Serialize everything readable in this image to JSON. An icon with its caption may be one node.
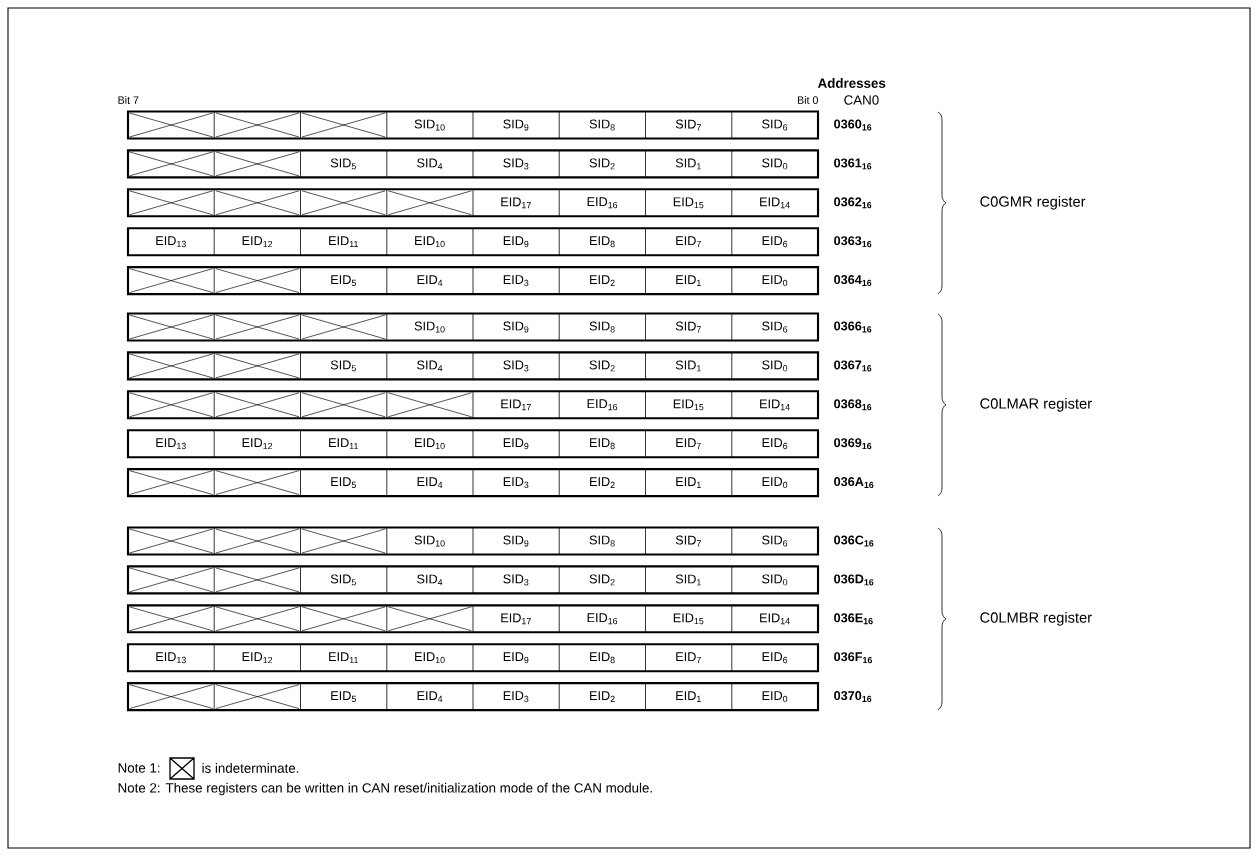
{
  "diagram": {
    "nodes": [
      {
        "text": [
          "SID$_{10}$",
          "SID$_{9}$",
          "SID$_{8}$",
          "SID$_{7}$",
          "SID$_{6}$"
        ],
        "beside": [
          "0360$_{16}$"
        ]
      },
      {
        "text": [
          "SID$_{5}$",
          "SID$_{4}$",
          "SID$_{3}$",
          "SID$_{2}$",
          "SID$_{1}$",
          "SID$_{0}$"
        ],
        "beside": [
          "0361$_{16}$"
        ]
      },
      {
        "text": [
          "EID$_{17}$",
          "EID$_{16}$",
          "EID$_{15}$",
          "EID$_{14}$"
        ],
        "beside": [
          "0362$_{16}$"
        ]
      },
      {
        "text": [
          "EID$_{13}$",
          "EID$_{12}$",
          "EID$_{11}$",
          "EID$_{10}$",
          "EID$_{9}$",
          "EID$_{8}$",
          "EID$_{7}$",
          "EID$_{6}$"
        ],
        "beside": [
          "0363$_{16}$"
        ]
      },
      {
        "text": [
          "EID$_{5}$",
          "EID$_{4}$",
          "EID$_{3}$",
          "EID$_{2}$",
          "EID$_{1}$",
          "EID$_{0}$"
        ],
        "beside": [
          "0364$_{16}$"
        ]
      },
      {
        "text": [
          "SID$_{10}$",
          "SID$_{9}$",
          "SID$_{8}$",
          "SID$_{7}$",
          "SID$_{6}$"
        ],
        "beside": [
          "0366$_{16}$"
        ]
      },
      {
        "text": [
          "SID$_{5}$",
          "SID$_{4}$",
          "SID$_{3}$",
          "SID$_{2}$",
          "SID$_{1}$",
          "SID$_{0}$"
        ],
        "beside": [
          "0367$_{16}$"
        ]
      },
      {
        "text": [
          "EID$_{17}$",
          "EID$_{16}$",
          "EID$_{15}$",
          "EID$_{14}$"
        ],
        "beside": [
          "0368$_{16}$"
        ]
      },
      {
        "text": [
          "EID$_{13}$",
          "EID$_{12}$",
          "EID$_{11}$",
          "EID$_{10}$",
          "EID$_{9}$",
          "EID$_{8}$",
          "EID$_{7}$",
          "EID$_{6}$"
        ],
        "beside": [
          "0369$_{16}$"
        ]
      },
      {
        "text": [
          "EID$_{5}$",
          "EID$_{4}$",
          "EID$_{3}$",
          "EID$_{2}$",
          "EID$_{1}$",
          "EID$_{0}$"
        ],
        "beside": [
          "036A$_{16}$"
        ]
      },
      {
        "text": [
          "SID$_{10}$",
          "SID$_{9}$",
          "SID$_{8}$",
          "SID$_{7}$",
          "SID$_{6}$"
        ],
        "beside": [
          "036C$_{16}$"
        ]
      },
      {
        "text": [
          "SID$_{5}$",
          "SID$_{4}$",
          "SID$_{3}$",
          "SID$_{2}$",
          "SID$_{1}$",
          "SID$_{0}$"
        ],
        "beside": [
          "036D$_{16}$"
        ]
      },
      {
        "text": [
          "EID$_{17}$",
          "EID$_{16}$",
          "EID$_{15}$",
          "EID$_{14}$"
        ],
        "beside": [
          "036E$_{16}$"
        ]
      },
      {
        "text": [
          "EID$_{13}$",
          "EID$_{12}$",
          "EID$_{11}$",
          "EID$_{10}$",
          "EID$_{9}$",
          "EID$_{8}$",
          "EID$_{7}$",
          "EID$_{6}$"
        ],
        "beside": [
          "036F$_{16}$"
        ]
      },
      {
        "text": [
          "EID$_{5}$",
          "EID$_{4}$",
          "EID$_{3}$",
          "EID$_{2}$",
          "EID$_{1}$",
          "EID$_{0}$"
        ],
        "beside": [
          "0370$_{16}$"
        ]
      }
    ],
    "labels": [
      "Addresses",
      "Bit 7",
      "Bit 0",
      "CAN0",
      "C0GMR register",
      "C0LMAR register",
      "C0LMBR register",
      "Note 1:",
      "is indeterminate.",
      "Note 2: These registers can be written in CAN reset/initialization mode of the CAN module."
    ]
  }
}
